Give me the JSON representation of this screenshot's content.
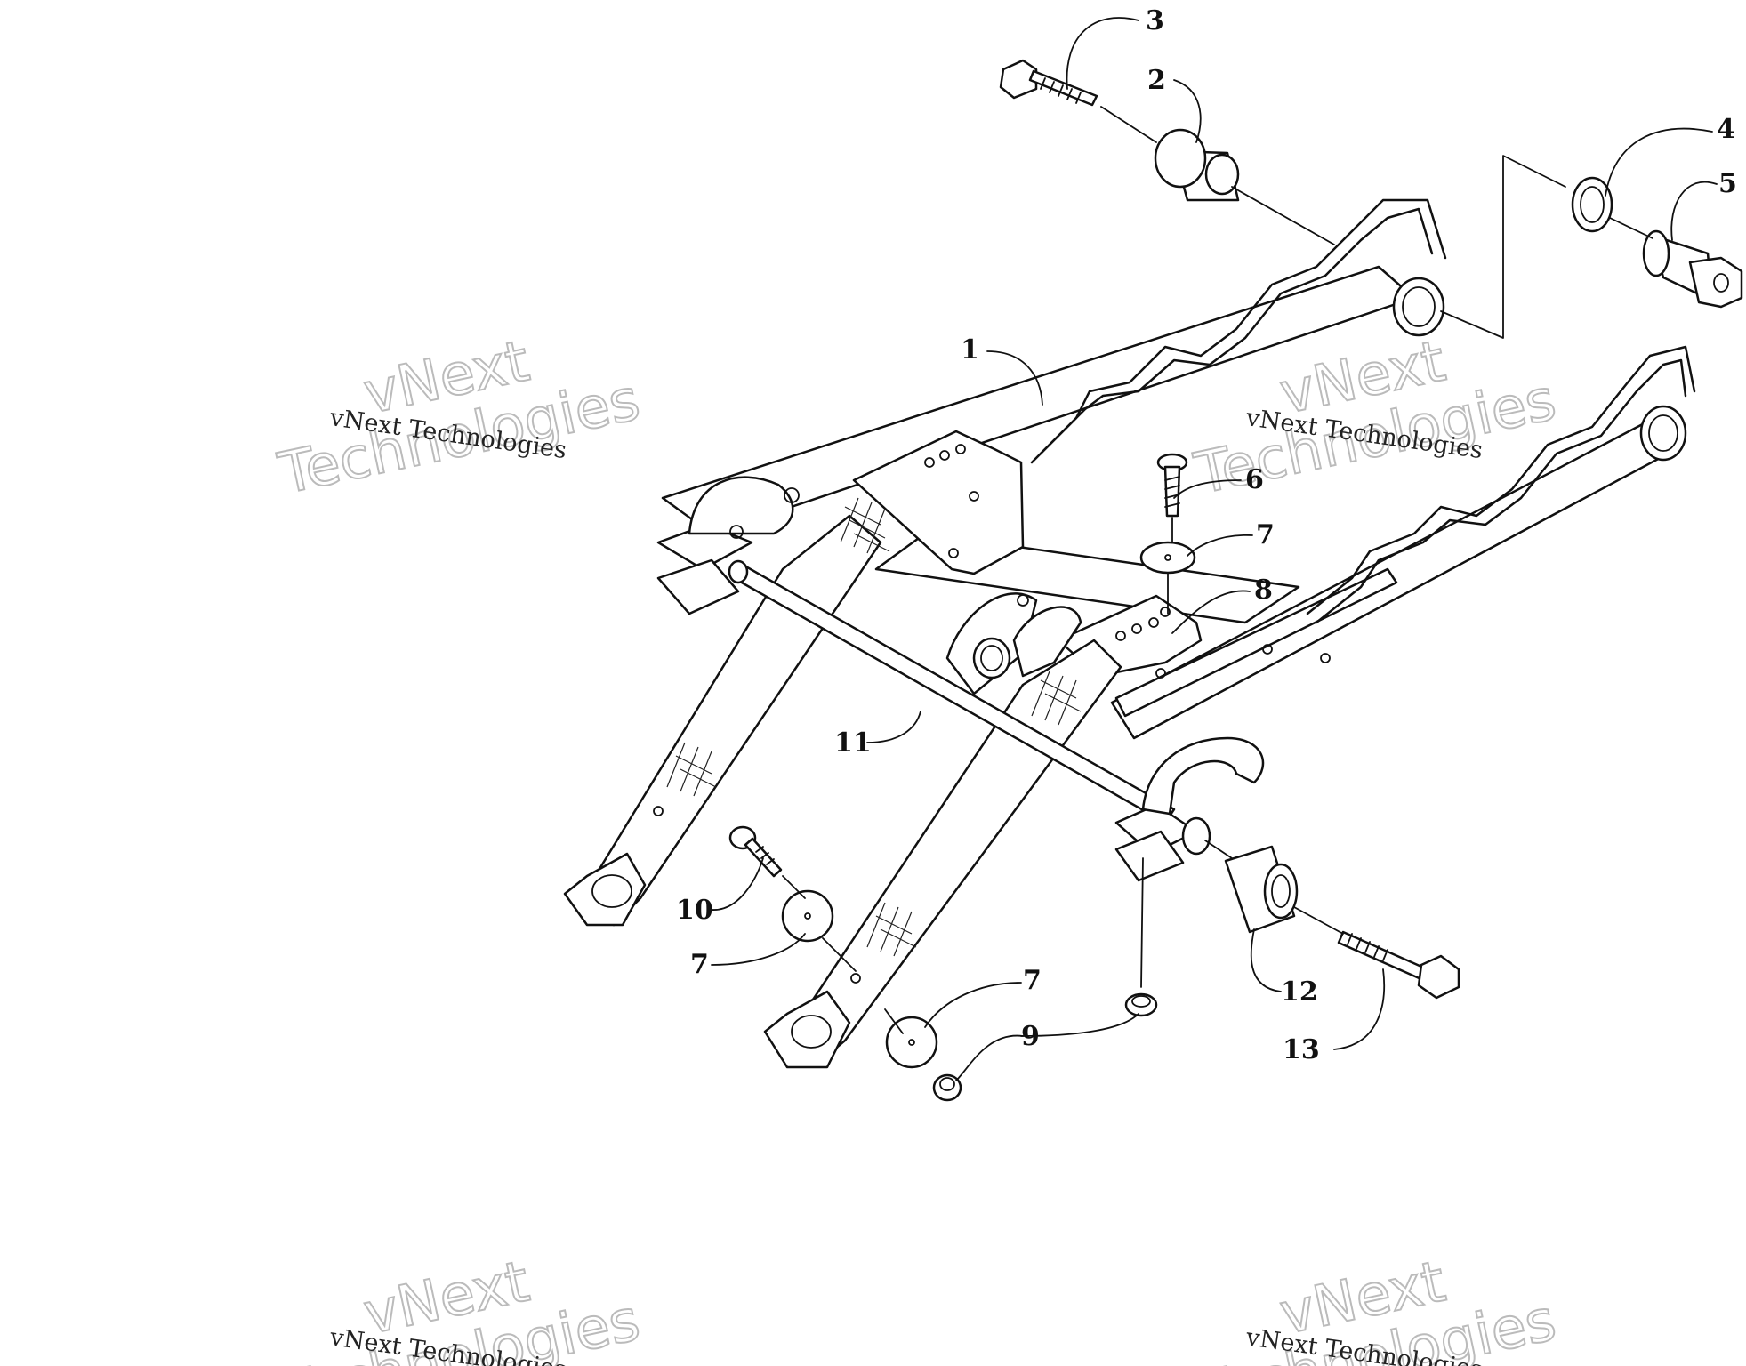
{
  "callouts": [
    {
      "id": "c1",
      "text": "1"
    },
    {
      "id": "c2",
      "text": "2"
    },
    {
      "id": "c3",
      "text": "3"
    },
    {
      "id": "c4",
      "text": "4"
    },
    {
      "id": "c5",
      "text": "5"
    },
    {
      "id": "c6",
      "text": "6"
    },
    {
      "id": "c7a",
      "text": "7"
    },
    {
      "id": "c8",
      "text": "8"
    },
    {
      "id": "c11",
      "text": "11"
    },
    {
      "id": "c10",
      "text": "10"
    },
    {
      "id": "c7b",
      "text": "7"
    },
    {
      "id": "c7c",
      "text": "7"
    },
    {
      "id": "c9",
      "text": "9"
    },
    {
      "id": "c12",
      "text": "12"
    },
    {
      "id": "c13",
      "text": "13"
    }
  ],
  "watermark": {
    "line1": "vNext",
    "line2": "Technologies",
    "full": "vNext Technologies"
  }
}
